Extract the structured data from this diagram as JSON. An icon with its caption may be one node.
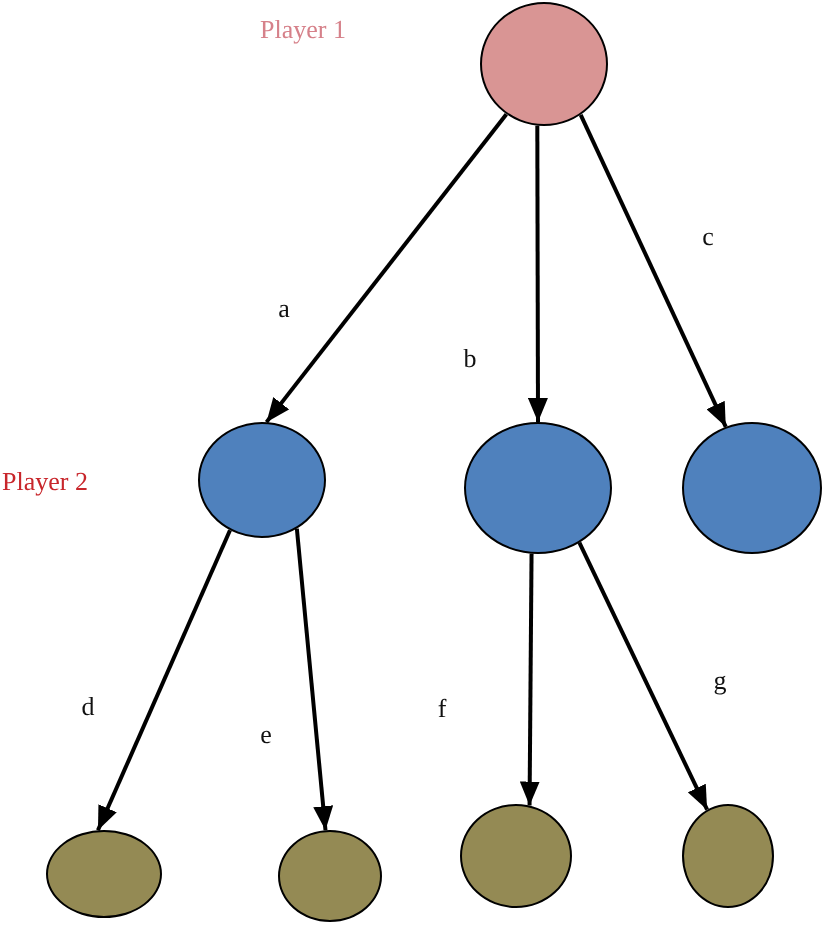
{
  "diagram": {
    "nodes": [
      {
        "text": [],
        "shape": "circle"
      },
      {
        "text": [],
        "shape": "circle"
      },
      {
        "text": [],
        "shape": "circle"
      },
      {
        "text": [],
        "shape": "circle"
      },
      {
        "text": [],
        "shape": "circle"
      },
      {
        "text": [],
        "shape": "circle"
      },
      {
        "text": [],
        "shape": "circle"
      },
      {
        "text": [],
        "shape": "circle"
      }
    ],
    "edges": [
      {
        "from": 0,
        "to": 1,
        "arrow": "to",
        "label": "a"
      },
      {
        "from": 0,
        "to": 2,
        "arrow": "to",
        "label": "b"
      },
      {
        "from": 0,
        "to": 3,
        "arrow": "to",
        "label": "c"
      },
      {
        "from": 1,
        "to": 4,
        "arrow": "to",
        "label": "d"
      },
      {
        "from": 1,
        "to": 5,
        "arrow": "to",
        "label": "e"
      },
      {
        "from": 2,
        "to": 6,
        "arrow": "to",
        "label": "f"
      },
      {
        "from": 2,
        "to": 7,
        "arrow": "to",
        "label": "g"
      }
    ],
    "labels": [
      "Player 1",
      "Player 2"
    ]
  }
}
